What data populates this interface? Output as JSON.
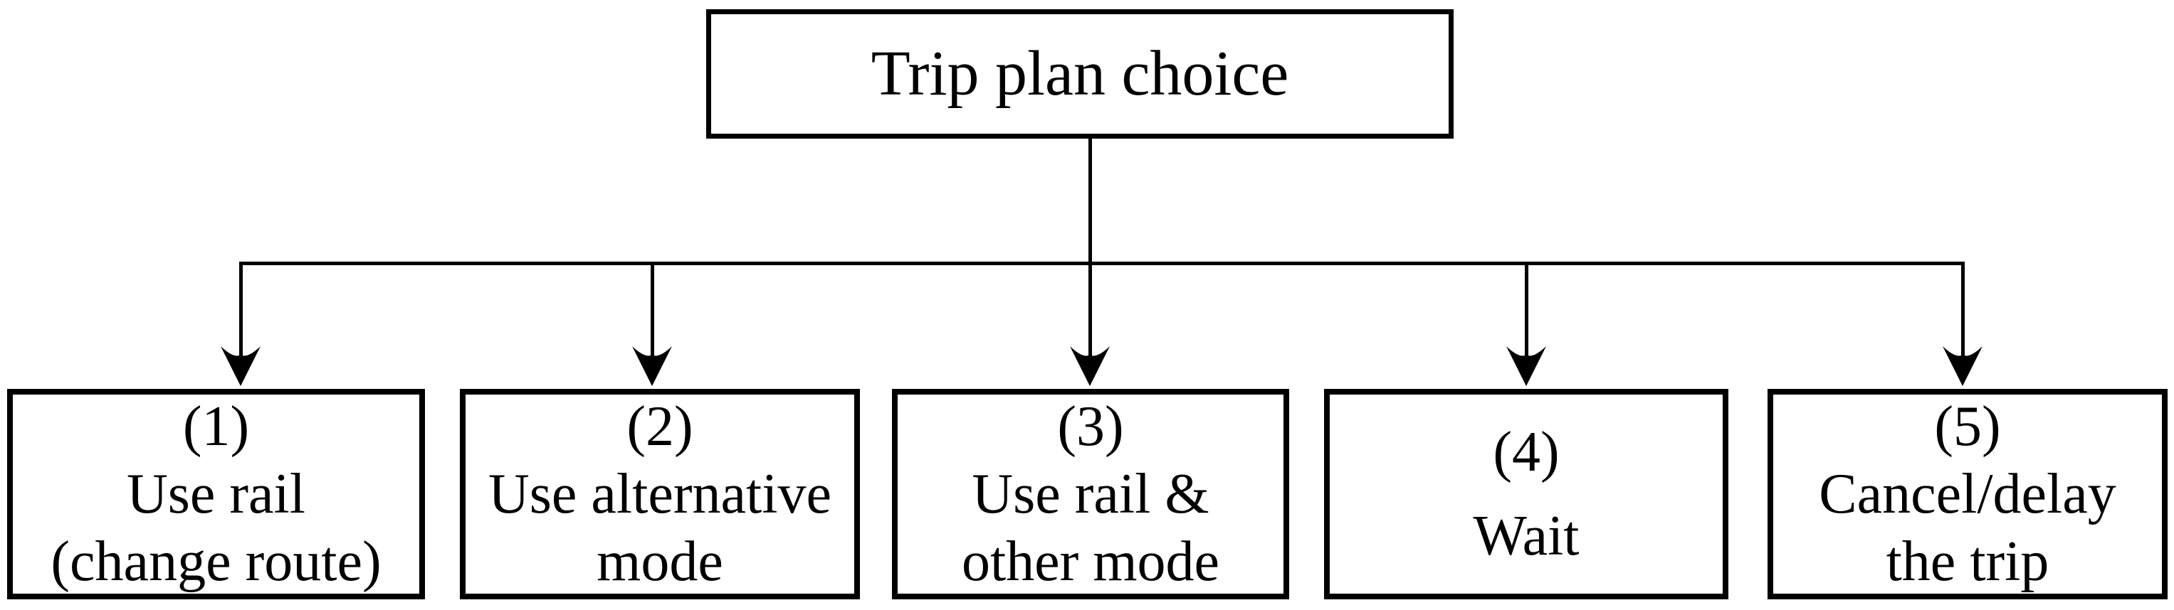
{
  "diagram": {
    "title": "Trip plan choice decision tree",
    "root": {
      "label": "Trip plan choice"
    },
    "options": [
      {
        "number": "(1)",
        "lines": [
          "(1)",
          "Use rail",
          "(change route)"
        ],
        "label": "Use rail (change route)"
      },
      {
        "number": "(2)",
        "lines": [
          "(2)",
          "Use alternative",
          "mode"
        ],
        "label": "Use alternative mode"
      },
      {
        "number": "(3)",
        "lines": [
          "(3)",
          "Use rail &",
          "other mode"
        ],
        "label": "Use rail & other mode"
      },
      {
        "number": "(4)",
        "lines": [
          "(4)",
          "Wait"
        ],
        "label": "Wait"
      },
      {
        "number": "(5)",
        "lines": [
          "(5)",
          "Cancel/delay",
          "the trip"
        ],
        "label": "Cancel/delay the trip"
      }
    ],
    "colors": {
      "line": "#000000",
      "text": "#000000",
      "background": "#ffffff"
    }
  }
}
